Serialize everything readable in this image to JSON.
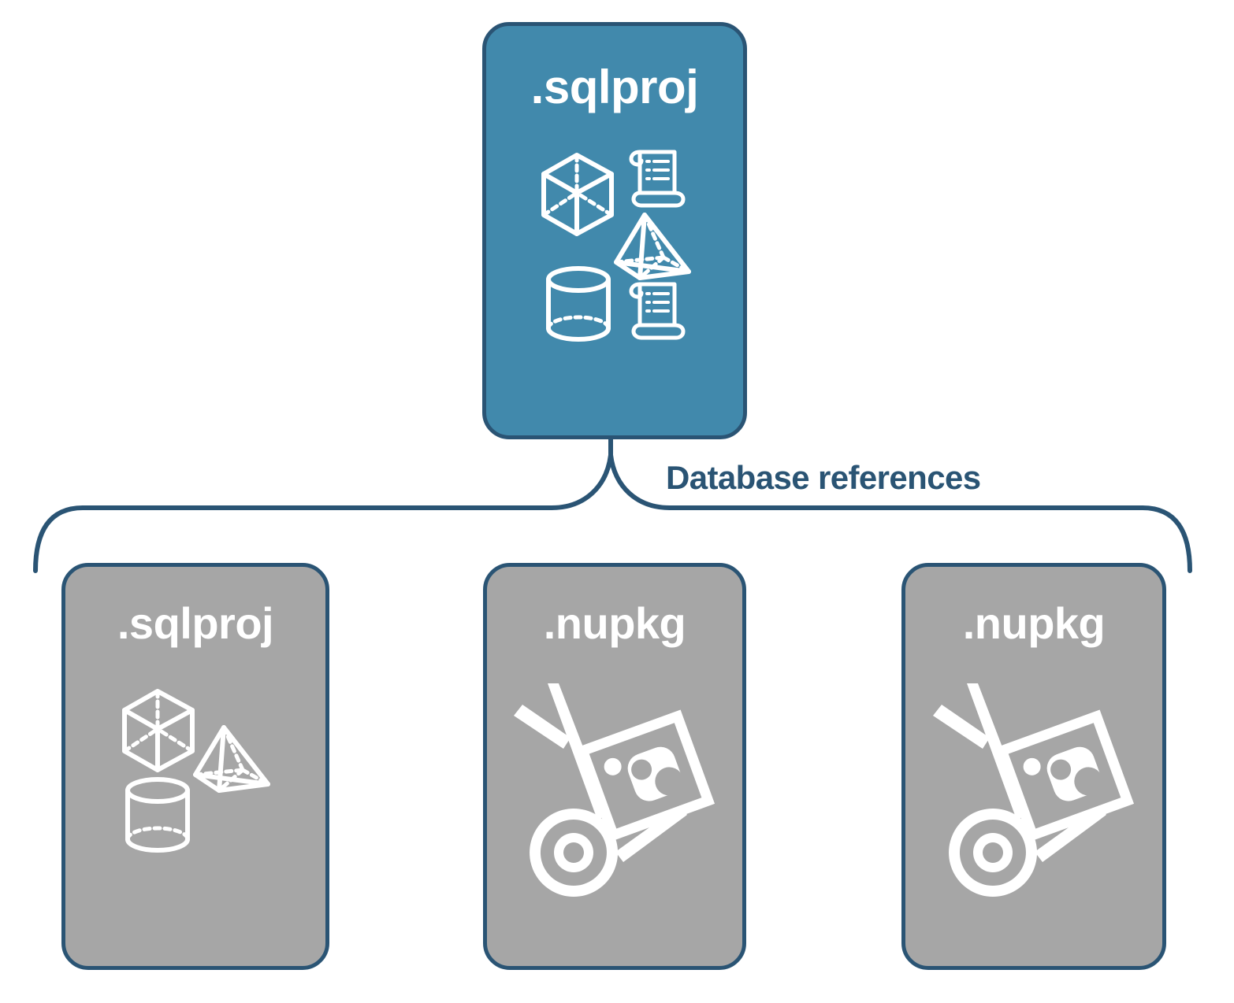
{
  "diagram": {
    "title": "SQL project database references diagram",
    "colors": {
      "border": "#2a5474",
      "root_fill": "#4189ac",
      "reference_fill": "#a6a6a6",
      "icon": "#ffffff",
      "label": "#2a5474",
      "background": "#ffffff"
    },
    "connector": {
      "label": "Database references",
      "style": "curly-brace",
      "icon_name": "curly-brace-connector"
    },
    "root": {
      "id": "root-sqlproj",
      "label": ".sqlproj",
      "fill": "#4189ac",
      "icons": [
        "cube-wireframe-icon",
        "scroll-script-icon",
        "pyramid-wireframe-icon",
        "cylinder-wireframe-icon",
        "scroll-script-icon"
      ]
    },
    "references": [
      {
        "id": "reference-sqlproj",
        "label": ".sqlproj",
        "fill": "#a6a6a6",
        "icon_set": "database-objects",
        "icons": [
          "cube-wireframe-icon",
          "pyramid-wireframe-icon",
          "cylinder-wireframe-icon"
        ]
      },
      {
        "id": "reference-nupkg-1",
        "label": ".nupkg",
        "fill": "#a6a6a6",
        "icon_set": "nuget-package",
        "icons": [
          "hand-truck-package-icon"
        ]
      },
      {
        "id": "reference-nupkg-2",
        "label": ".nupkg",
        "fill": "#a6a6a6",
        "icon_set": "nuget-package",
        "icons": [
          "hand-truck-package-icon"
        ]
      }
    ]
  }
}
